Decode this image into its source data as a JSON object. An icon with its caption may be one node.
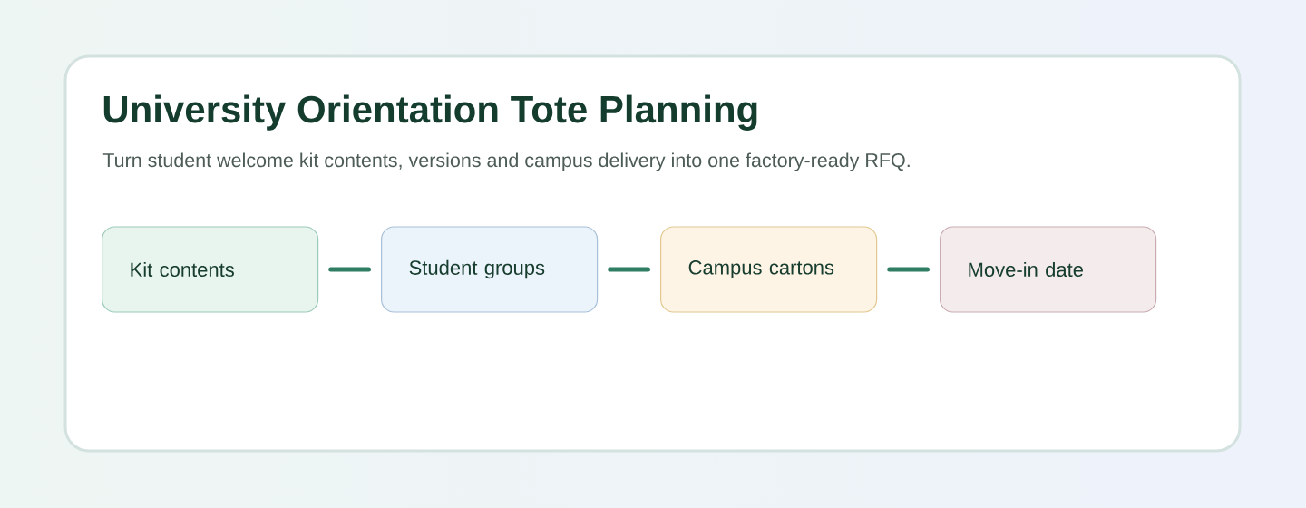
{
  "diagram": {
    "title": "University Orientation Tote Planning",
    "caption": "Turn student welcome kit contents, versions and campus delivery into one factory-ready RFQ.",
    "nodes": [
      {
        "text": [
          "Kit contents"
        ]
      },
      {
        "text": [
          "Student groups"
        ]
      },
      {
        "text": [
          "Campus cartons"
        ]
      },
      {
        "text": [
          "Move-in date"
        ]
      }
    ],
    "edges": [
      {
        "from": 0,
        "to": 1,
        "arrow": "none"
      },
      {
        "from": 1,
        "to": 2,
        "arrow": "none"
      },
      {
        "from": 2,
        "to": 3,
        "arrow": "none"
      }
    ]
  }
}
